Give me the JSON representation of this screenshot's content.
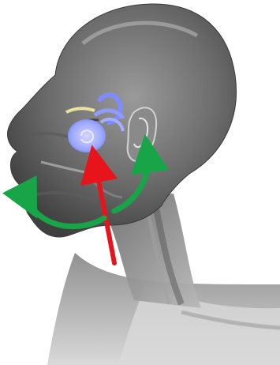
{
  "image": {
    "subject": "head-and-neck-xray-illustration",
    "colors": {
      "background": "#ffffff",
      "skin_dark": "#4a4a4a",
      "skin_mid": "#7d7d7d",
      "skin_light": "#c9c9c9",
      "inner_ear": "#9aa7ff",
      "inner_ear_highlight": "#c8c8ff",
      "nerve": "#e9e2a0",
      "arrow_red": "#e8141c",
      "arrow_green": "#17a548"
    },
    "icons": {
      "up_arrow": "up-arrow",
      "curved_arrow_left": "curved-arrow-left",
      "curved_arrow_right": "curved-arrow-right"
    }
  }
}
